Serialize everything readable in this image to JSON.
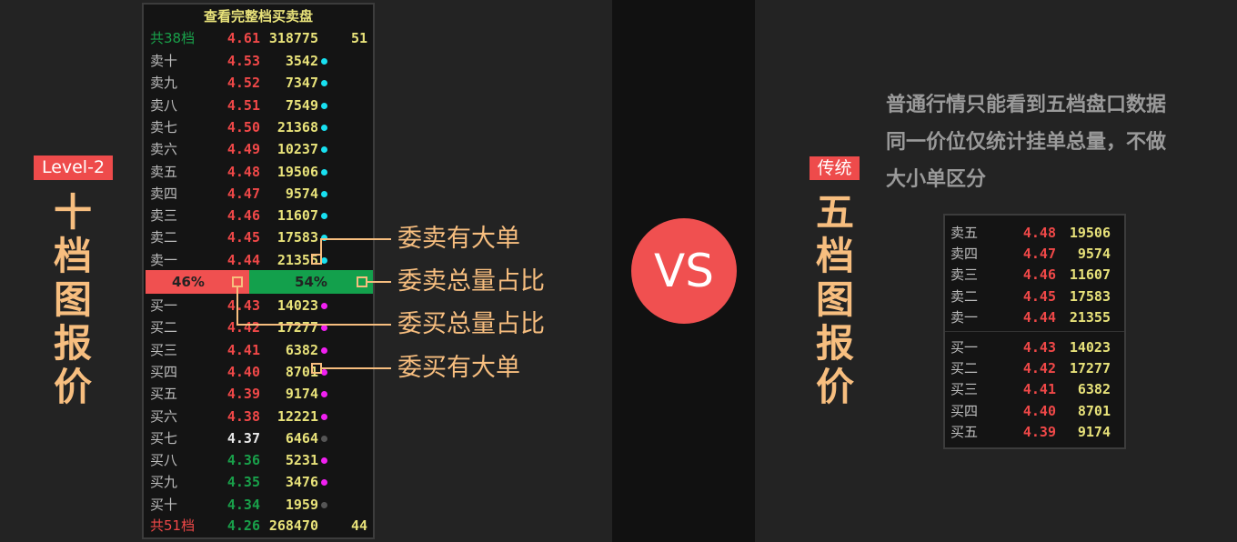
{
  "left": {
    "badge": "Level-2",
    "vertical_title": "十档图报价",
    "panel": {
      "title": "查看完整档买卖盘",
      "sell_total": {
        "label": "共38档",
        "price": "4.61",
        "volume": "318775",
        "count": "51"
      },
      "sell_rows": [
        {
          "label": "卖十",
          "price": "4.53",
          "volume": "3542",
          "price_color": "up",
          "dot": "cyan"
        },
        {
          "label": "卖九",
          "price": "4.52",
          "volume": "7347",
          "price_color": "up",
          "dot": "cyan"
        },
        {
          "label": "卖八",
          "price": "4.51",
          "volume": "7549",
          "price_color": "up",
          "dot": "cyan"
        },
        {
          "label": "卖七",
          "price": "4.50",
          "volume": "21368",
          "price_color": "up",
          "dot": "cyan"
        },
        {
          "label": "卖六",
          "price": "4.49",
          "volume": "10237",
          "price_color": "up",
          "dot": "cyan"
        },
        {
          "label": "卖五",
          "price": "4.48",
          "volume": "19506",
          "price_color": "up",
          "dot": "cyan"
        },
        {
          "label": "卖四",
          "price": "4.47",
          "volume": "9574",
          "price_color": "up",
          "dot": "cyan"
        },
        {
          "label": "卖三",
          "price": "4.46",
          "volume": "11607",
          "price_color": "up",
          "dot": "cyan"
        },
        {
          "label": "卖二",
          "price": "4.45",
          "volume": "17583",
          "price_color": "up",
          "dot": "cyan"
        },
        {
          "label": "卖一",
          "price": "4.44",
          "volume": "21355",
          "price_color": "up",
          "dot": "cyan"
        }
      ],
      "ratio": {
        "buy_label": "46%",
        "sell_label": "54%",
        "buy_percent": 46,
        "sell_percent": 54
      },
      "buy_rows": [
        {
          "label": "买一",
          "price": "4.43",
          "volume": "14023",
          "price_color": "up",
          "dot": "magenta"
        },
        {
          "label": "买二",
          "price": "4.42",
          "volume": "17277",
          "price_color": "up",
          "dot": "magenta"
        },
        {
          "label": "买三",
          "price": "4.41",
          "volume": "6382",
          "price_color": "up",
          "dot": "magenta"
        },
        {
          "label": "买四",
          "price": "4.40",
          "volume": "8701",
          "price_color": "up",
          "dot": "magenta"
        },
        {
          "label": "买五",
          "price": "4.39",
          "volume": "9174",
          "price_color": "up",
          "dot": "magenta"
        },
        {
          "label": "买六",
          "price": "4.38",
          "volume": "12221",
          "price_color": "up",
          "dot": "magenta"
        },
        {
          "label": "买七",
          "price": "4.37",
          "volume": "6464",
          "price_color": "flat",
          "dot": "gray"
        },
        {
          "label": "买八",
          "price": "4.36",
          "volume": "5231",
          "price_color": "down",
          "dot": "magenta"
        },
        {
          "label": "买九",
          "price": "4.35",
          "volume": "3476",
          "price_color": "down",
          "dot": "magenta"
        },
        {
          "label": "买十",
          "price": "4.34",
          "volume": "1959",
          "price_color": "down",
          "dot": "gray"
        }
      ],
      "buy_total": {
        "label": "共51档",
        "price": "4.26",
        "volume": "268470",
        "count": "44"
      }
    },
    "callouts": {
      "sell_big": "委卖有大单",
      "sell_ratio": "委卖总量占比",
      "buy_ratio": "委买总量占比",
      "buy_big": "委买有大单"
    }
  },
  "vs": "VS",
  "right": {
    "badge": "传统",
    "vertical_title": "五档图报价",
    "description": [
      "普通行情只能看到五档盘口数据",
      "同一价位仅统计挂单总量，不做",
      "大小单区分"
    ],
    "sell_rows": [
      {
        "label": "卖五",
        "price": "4.48",
        "volume": "19506"
      },
      {
        "label": "卖四",
        "price": "4.47",
        "volume": "9574"
      },
      {
        "label": "卖三",
        "price": "4.46",
        "volume": "11607"
      },
      {
        "label": "卖二",
        "price": "4.45",
        "volume": "17583"
      },
      {
        "label": "卖一",
        "price": "4.44",
        "volume": "21355"
      }
    ],
    "buy_rows": [
      {
        "label": "买一",
        "price": "4.43",
        "volume": "14023"
      },
      {
        "label": "买二",
        "price": "4.42",
        "volume": "17277"
      },
      {
        "label": "买三",
        "price": "4.41",
        "volume": "6382"
      },
      {
        "label": "买四",
        "price": "4.40",
        "volume": "8701"
      },
      {
        "label": "买五",
        "price": "4.39",
        "volume": "9174"
      }
    ]
  },
  "colors": {
    "accent_red": "#ee4b4b",
    "orange": "#f7be7f",
    "cyan": "#18e0f0",
    "magenta": "#f020f0",
    "gray": "#555555",
    "green": "#13a04c"
  }
}
